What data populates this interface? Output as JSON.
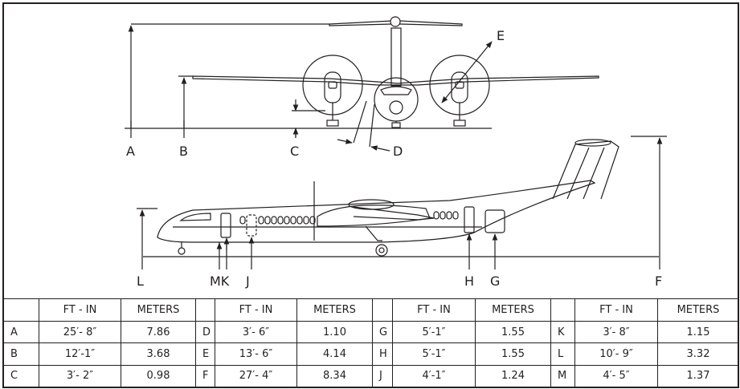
{
  "figure": {
    "front_view_labels": [
      "A",
      "B",
      "C",
      "D",
      "E"
    ],
    "side_view_labels": [
      "L",
      "MK",
      "J",
      "H",
      "G",
      "F"
    ]
  },
  "table": {
    "header": [
      "",
      "FT - IN",
      "METERS",
      "",
      "FT - IN",
      "METERS",
      "",
      "FT - IN",
      "METERS",
      "",
      "FT - IN",
      "METERS"
    ],
    "rows": [
      [
        "A",
        "25′- 8″",
        "7.86",
        "D",
        "3′- 6″",
        "1.10",
        "G",
        "5′-1″",
        "1.55",
        "K",
        "3′- 8″",
        "1.15"
      ],
      [
        "B",
        "12′-1″",
        "3.68",
        "E",
        "13′- 6″",
        "4.14",
        "H",
        "5′-1″",
        "1.55",
        "L",
        "10′- 9″",
        "3.32"
      ],
      [
        "C",
        "3′- 2″",
        "0.98",
        "F",
        "27′- 4″",
        "8.34",
        "J",
        "4′-1″",
        "1.24",
        "M",
        "4′- 5″",
        "1.37"
      ]
    ]
  },
  "colors": {
    "line": "#231f20",
    "background": "#ffffff"
  }
}
